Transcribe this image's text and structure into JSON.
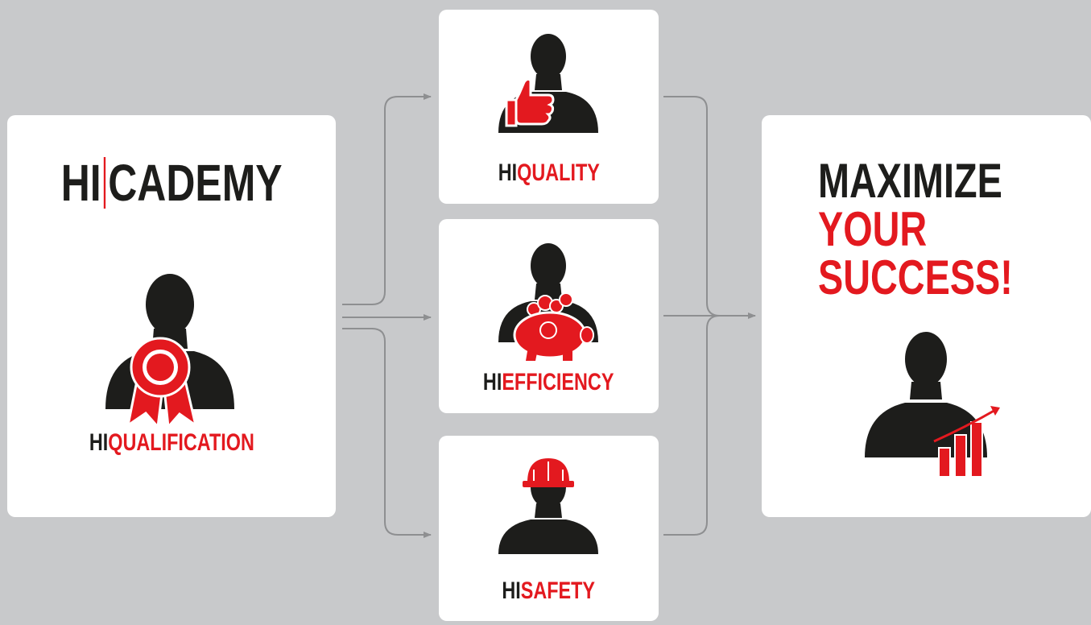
{
  "brand": {
    "prefix": "HI",
    "name": "CADEMY"
  },
  "qualification": {
    "prefix": "HI",
    "label": "QUALIFICATION"
  },
  "quality": {
    "prefix": "HI",
    "label": "QUALITY"
  },
  "efficiency": {
    "prefix": "HI",
    "label": "EFFICIENCY"
  },
  "safety": {
    "prefix": "HI",
    "label": "SAFETY"
  },
  "outcome": {
    "line1": "MAXIMIZE",
    "line2": "YOUR",
    "line3": "SUCCESS!"
  },
  "colors": {
    "accent": "#e3191f",
    "dark": "#1d1d1b",
    "background": "#c8c9cb",
    "connector": "#8e8f91"
  },
  "icons": [
    "award-rosette-icon",
    "thumbs-up-icon",
    "piggy-bank-icon",
    "hard-hat-icon",
    "growth-chart-icon"
  ]
}
